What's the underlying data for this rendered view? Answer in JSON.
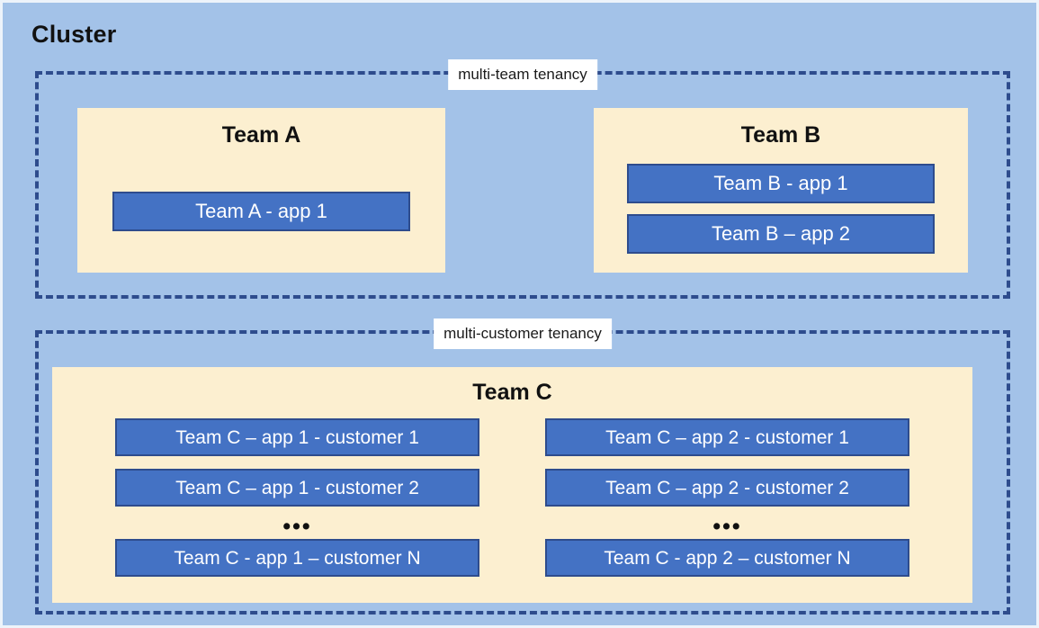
{
  "diagram": {
    "title": "Cluster",
    "colors": {
      "cluster_background": "#A3C2E8",
      "zone_border": "#2E4C8D",
      "team_box_fill": "#FCEFD0",
      "app_box_fill": "#4472C4",
      "app_box_border": "#2E4C8D",
      "app_box_text": "#FFFFFF",
      "label_background": "#FFFFFF",
      "text": "#111111"
    },
    "zones": [
      {
        "id": "multi-team",
        "label": "multi-team tenancy",
        "teams": [
          {
            "id": "team-a",
            "title": "Team A",
            "apps": [
              {
                "label": "Team A - app 1"
              }
            ]
          },
          {
            "id": "team-b",
            "title": "Team B",
            "apps": [
              {
                "label": "Team B - app 1"
              },
              {
                "label": "Team B – app 2"
              }
            ]
          }
        ]
      },
      {
        "id": "multi-customer",
        "label": "multi-customer tenancy",
        "teams": [
          {
            "id": "team-c",
            "title": "Team C",
            "columns": [
              {
                "id": "team-c-app-1",
                "apps_top": [
                  {
                    "label": "Team C – app 1 - customer 1"
                  },
                  {
                    "label": "Team C – app 1 - customer 2"
                  }
                ],
                "ellipsis": "•••",
                "apps_bottom": [
                  {
                    "label": "Team C - app 1 – customer N"
                  }
                ]
              },
              {
                "id": "team-c-app-2",
                "apps_top": [
                  {
                    "label": "Team C – app 2 - customer 1"
                  },
                  {
                    "label": "Team C – app 2 - customer 2"
                  }
                ],
                "ellipsis": "•••",
                "apps_bottom": [
                  {
                    "label": "Team C - app 2 – customer N"
                  }
                ]
              }
            ]
          }
        ]
      }
    ]
  }
}
